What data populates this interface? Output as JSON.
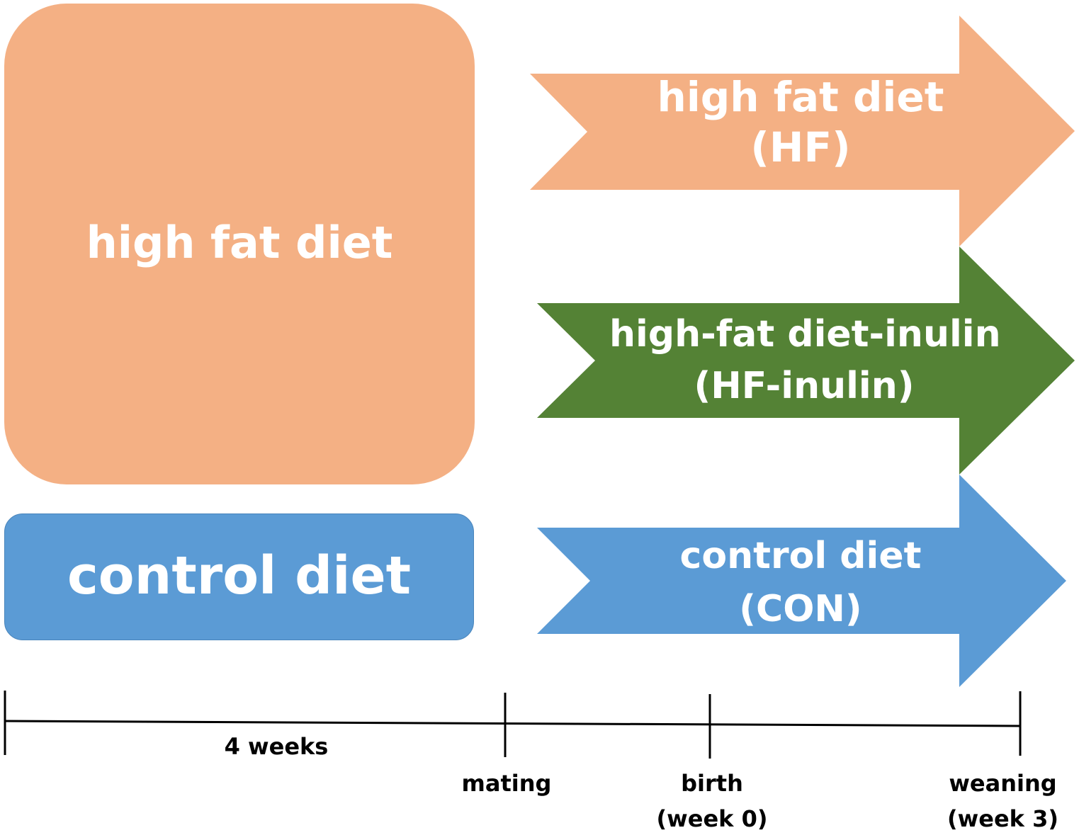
{
  "colors": {
    "high_fat": "#f4b084",
    "inulin": "#548235",
    "control": "#5b9bd5",
    "text_on_shape": "#ffffff",
    "timeline": "#000000"
  },
  "pre_mating": {
    "high_fat_label": "high fat diet",
    "control_label": "control diet"
  },
  "arrows": {
    "hf": {
      "line1": "high fat diet",
      "line2": "(HF)"
    },
    "inulin": {
      "line1": "high-fat diet-inulin",
      "line2": "(HF-inulin)"
    },
    "con": {
      "line1": "control diet",
      "line2": "(CON)"
    }
  },
  "timeline": {
    "duration_label": "4 weeks",
    "mating_label": "mating",
    "birth_label": "birth",
    "birth_sub": "(week 0)",
    "weaning_label": "weaning",
    "weaning_sub": "(week 3)"
  }
}
